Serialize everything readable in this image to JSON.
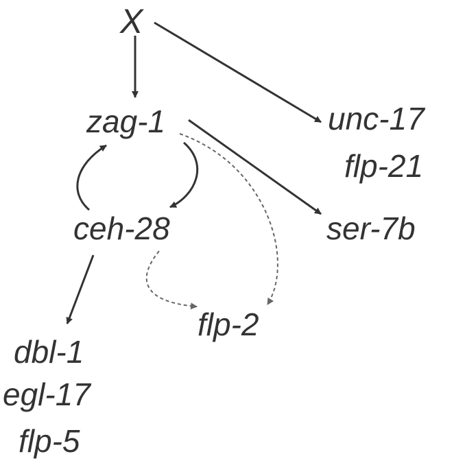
{
  "nodes": {
    "x": "X",
    "zag1": "zag-1",
    "unc17": "unc-17",
    "flp21": "flp-21",
    "ceh28": "ceh-28",
    "ser7b": "ser-7b",
    "flp2": "flp-2",
    "dbl1": "dbl-1",
    "egl17": "egl-17",
    "flp5": "flp-5"
  },
  "edges": [
    {
      "from": "X",
      "to": "zag-1",
      "style": "solid"
    },
    {
      "from": "X",
      "to": "unc-17 / flp-21",
      "style": "solid"
    },
    {
      "from": "zag-1",
      "to": "ser-7b",
      "style": "solid"
    },
    {
      "from": "zag-1",
      "to": "ceh-28",
      "style": "solid"
    },
    {
      "from": "ceh-28",
      "to": "zag-1",
      "style": "solid"
    },
    {
      "from": "zag-1",
      "to": "flp-2",
      "style": "dashed"
    },
    {
      "from": "ceh-28",
      "to": "flp-2",
      "style": "dashed"
    },
    {
      "from": "ceh-28",
      "to": "dbl-1 / egl-17 / flp-5",
      "style": "solid"
    }
  ],
  "colors": {
    "text": "#333333",
    "solid_edge": "#333333",
    "dashed_edge": "#666666",
    "background": "#ffffff"
  }
}
